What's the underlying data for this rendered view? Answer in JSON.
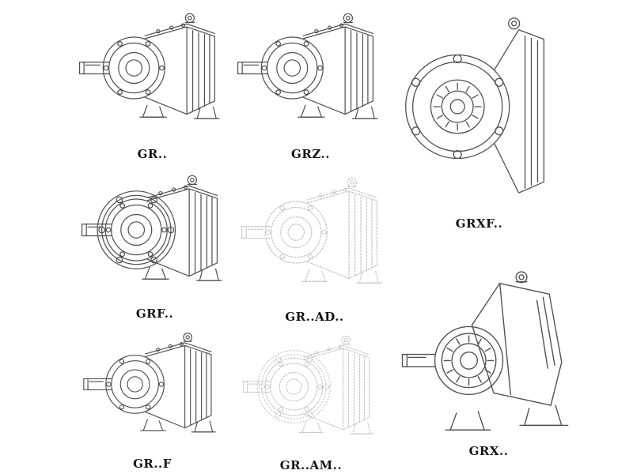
{
  "page": {
    "title": "Helical gear reducer series drawings",
    "background": "#ffffff",
    "line_color": "#4f4f4f",
    "faded_line_color": "#c6c6c6"
  },
  "figures": [
    {
      "label": "GR..",
      "drawing": "helical-gearbox-side",
      "style": "solid"
    },
    {
      "label": "GRZ..",
      "drawing": "helical-gearbox-side",
      "style": "solid"
    },
    {
      "label": "GRXF..",
      "drawing": "flange-gearbox-front",
      "style": "solid"
    },
    {
      "label": "GRF..",
      "drawing": "flange-gearbox-side",
      "style": "solid"
    },
    {
      "label": "GR..AD..",
      "drawing": "helical-gearbox-side",
      "style": "faded"
    },
    {
      "label": "GR..F",
      "drawing": "helical-gearbox-side",
      "style": "solid"
    },
    {
      "label": "GR..AM..",
      "drawing": "flange-gearbox-side",
      "style": "faded"
    },
    {
      "label": "GRX..",
      "drawing": "large-helical-gearbox-side",
      "style": "solid"
    }
  ]
}
